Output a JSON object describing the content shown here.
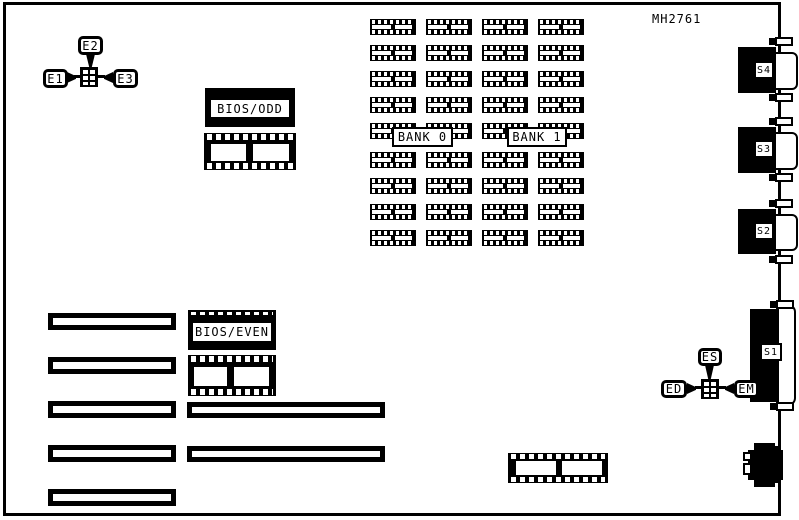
{
  "page": {
    "part_number": "MH2761"
  },
  "jumpers": {
    "e_block": {
      "e1": "E1",
      "e2": "E2",
      "e3": "E3"
    },
    "es_block": {
      "ed": "ED",
      "es": "ES",
      "em": "EM"
    }
  },
  "chips": {
    "bios_odd": "BIOS/ODD",
    "bios_even": "BIOS/EVEN"
  },
  "memory": {
    "bank0": "BANK 0",
    "bank1": "BANK 1",
    "columns": 4,
    "rows": 9
  },
  "connectors": {
    "s1": "S1",
    "s2": "S2",
    "s3": "S3",
    "s4": "S4"
  },
  "colors": {
    "ink": "#000000",
    "paper": "#ffffff"
  }
}
